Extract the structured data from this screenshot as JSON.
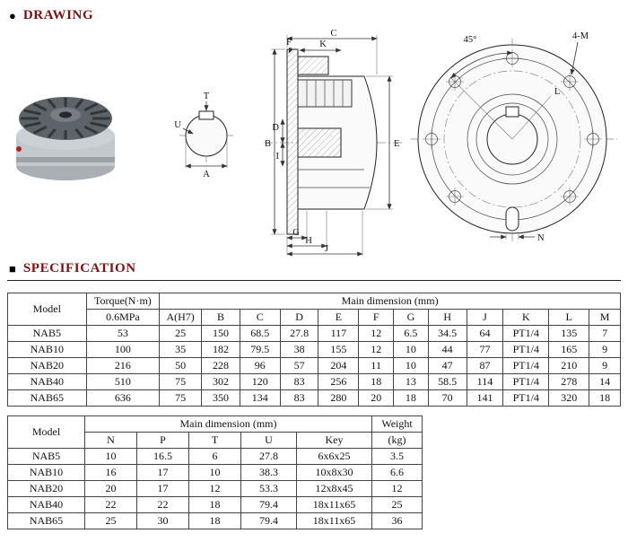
{
  "sections": {
    "drawing_bullet": "●",
    "drawing_title": "DRAWING",
    "spec_bullet": "■",
    "spec_title": "SPECIFICATION"
  },
  "drawing": {
    "labels": {
      "C": "C",
      "K": "K",
      "F": "F",
      "B": "B",
      "D": "D",
      "I": "I",
      "E": "E",
      "G": "G",
      "H": "H",
      "J": "J",
      "T": "T",
      "U": "U",
      "A": "A",
      "angle45": "45°",
      "fourM": "4-M",
      "L": "L",
      "N": "N"
    }
  },
  "table1": {
    "model_header": "Model",
    "torque_header": "Torque(N·m)",
    "pressure": "0.6MPa",
    "main_dim_header": "Main dimension (mm)",
    "dim_cols": [
      "A(H7)",
      "B",
      "C",
      "D",
      "E",
      "F",
      "G",
      "H",
      "J",
      "K",
      "L",
      "M"
    ],
    "rows": [
      {
        "model": "NAB5",
        "torque": "53",
        "dims": [
          "25",
          "150",
          "68.5",
          "27.8",
          "117",
          "12",
          "6.5",
          "34.5",
          "64",
          "PT1/4",
          "135",
          "7"
        ]
      },
      {
        "model": "NAB10",
        "torque": "100",
        "dims": [
          "35",
          "182",
          "79.5",
          "38",
          "155",
          "12",
          "10",
          "44",
          "77",
          "PT1/4",
          "165",
          "9"
        ]
      },
      {
        "model": "NAB20",
        "torque": "216",
        "dims": [
          "50",
          "228",
          "96",
          "57",
          "204",
          "11",
          "10",
          "47",
          "87",
          "PT1/4",
          "210",
          "9"
        ]
      },
      {
        "model": "NAB40",
        "torque": "510",
        "dims": [
          "75",
          "302",
          "120",
          "83",
          "256",
          "18",
          "13",
          "58.5",
          "114",
          "PT1/4",
          "278",
          "14"
        ]
      },
      {
        "model": "NAB65",
        "torque": "636",
        "dims": [
          "75",
          "350",
          "134",
          "83",
          "280",
          "20",
          "18",
          "70",
          "141",
          "PT1/4",
          "320",
          "18"
        ]
      }
    ]
  },
  "table2": {
    "model_header": "Model",
    "main_dim_header": "Main dimension (mm)",
    "weight_header": "Weight",
    "weight_unit": "(kg)",
    "dim_cols": [
      "N",
      "P",
      "T",
      "U",
      "Key"
    ],
    "rows": [
      {
        "model": "NAB5",
        "dims": [
          "10",
          "16.5",
          "6",
          "27.8",
          "6x6x25"
        ],
        "weight": "3.5"
      },
      {
        "model": "NAB10",
        "dims": [
          "16",
          "17",
          "10",
          "38.3",
          "10x8x30"
        ],
        "weight": "6.6"
      },
      {
        "model": "NAB20",
        "dims": [
          "20",
          "17",
          "12",
          "53.3",
          "12x8x45"
        ],
        "weight": "12"
      },
      {
        "model": "NAB40",
        "dims": [
          "22",
          "22",
          "18",
          "79.4",
          "18x11x65"
        ],
        "weight": "25"
      },
      {
        "model": "NAB65",
        "dims": [
          "25",
          "30",
          "18",
          "79.4",
          "18x11x65"
        ],
        "weight": "36"
      }
    ]
  }
}
